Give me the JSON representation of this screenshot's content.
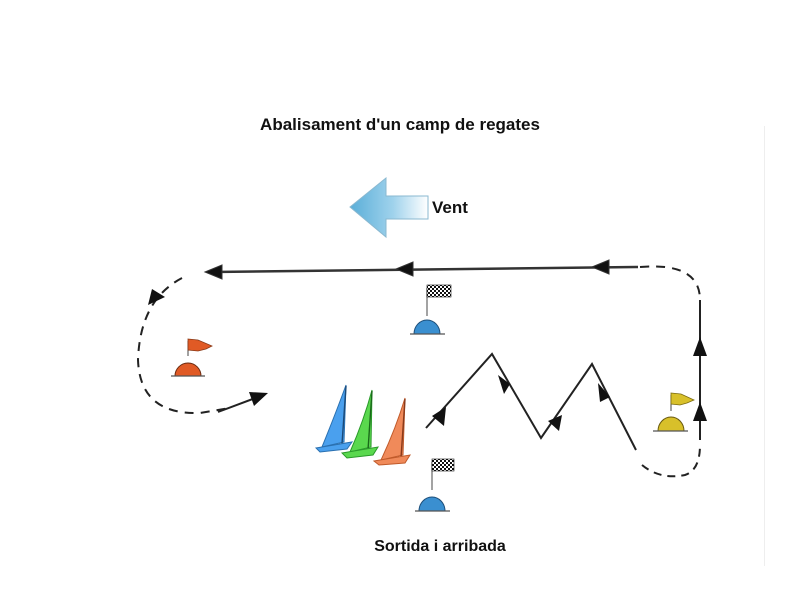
{
  "title": "Abalisament d'un camp de regates",
  "wind": {
    "label": "Vent",
    "icon": "wind-arrow-left-icon",
    "direction": "left"
  },
  "footer": "Sortida i arribada",
  "colors": {
    "buoy_blue": "#3a8fd0",
    "buoy_orange": "#e05a25",
    "buoy_yellow": "#d8c02a",
    "boat_blue": "#4aa0ee",
    "boat_green": "#5ad84e",
    "boat_orange": "#f08a5a",
    "wind_arrow": "#6fbbe0",
    "line": "#222222"
  },
  "marks": [
    {
      "name": "upwind-mark",
      "color": "orange",
      "flag": "pennant"
    },
    {
      "name": "windward-finish-mark",
      "color": "blue",
      "flag": "checkered"
    },
    {
      "name": "start-finish-mark",
      "color": "blue",
      "flag": "checkered"
    },
    {
      "name": "leeward-mark",
      "color": "yellow",
      "flag": "pennant"
    }
  ],
  "boats": [
    "blue",
    "green",
    "orange"
  ]
}
